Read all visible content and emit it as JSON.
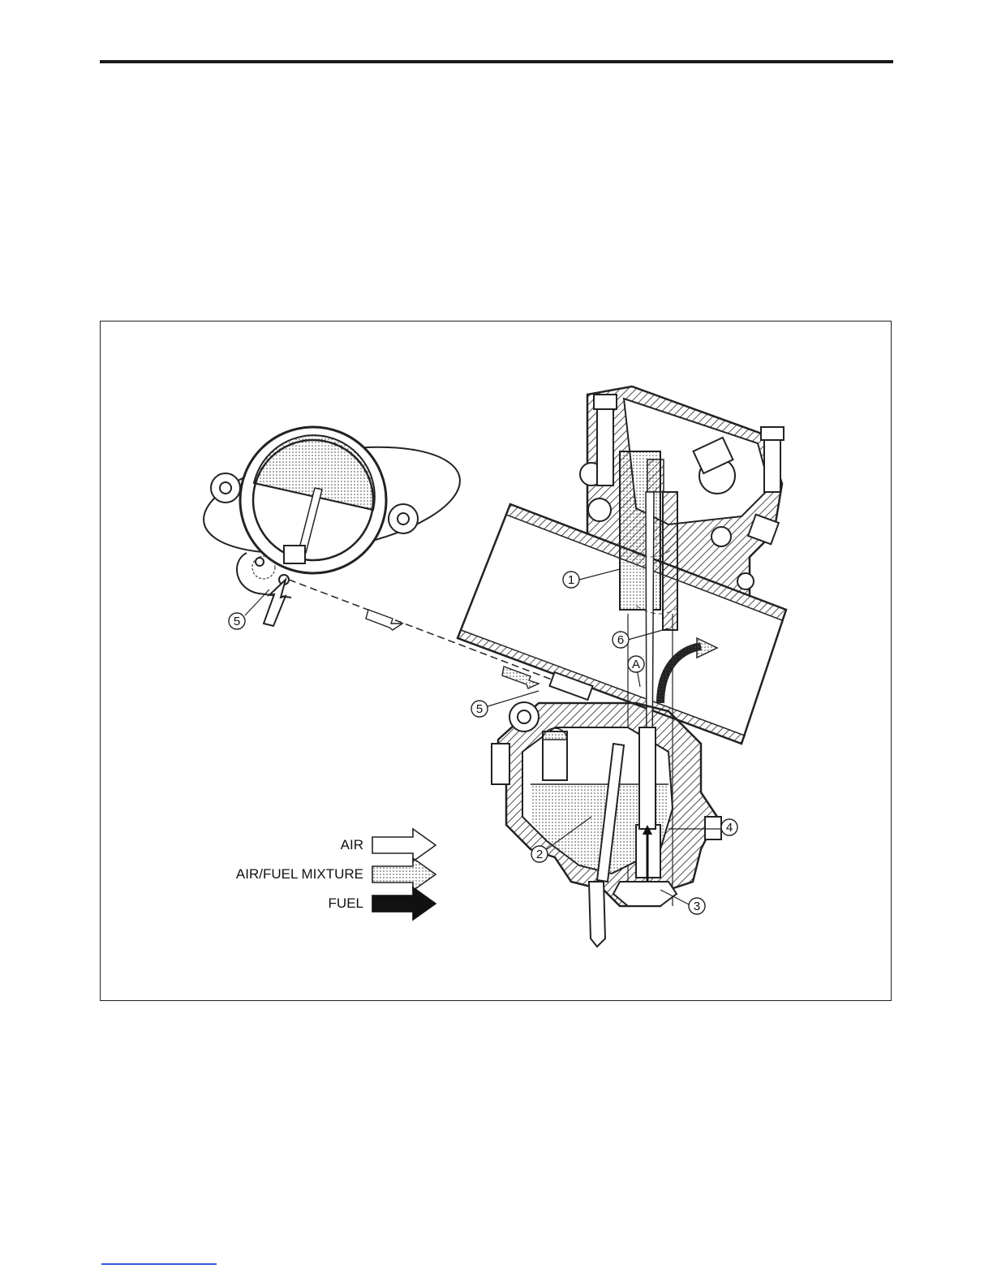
{
  "callouts": [
    "1",
    "2",
    "3",
    "4",
    "5",
    "5",
    "6",
    "A"
  ],
  "legend": [
    {
      "label": "AIR",
      "style": "outline"
    },
    {
      "label": "AIR/FUEL MIXTURE",
      "style": "dotted"
    },
    {
      "label": "FUEL",
      "style": "solid"
    }
  ]
}
